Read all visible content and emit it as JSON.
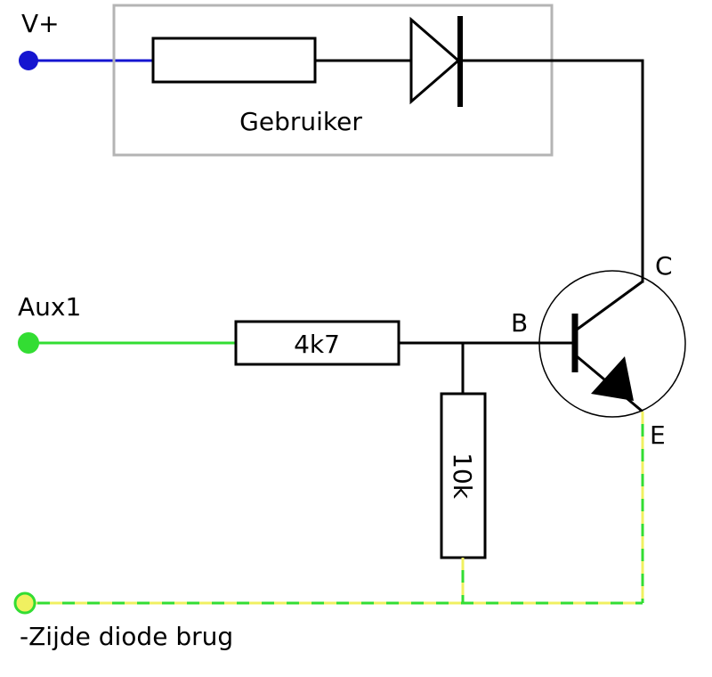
{
  "terminals": {
    "vplus": {
      "label": "V+",
      "color": "#1515d0"
    },
    "aux1": {
      "label": "Aux1",
      "color": "#33dd33"
    },
    "ground": {
      "label": "-Zijde diode brug",
      "color": "#33dd33",
      "stripe_color": "#f0f060"
    }
  },
  "load_box": {
    "label": "Gebruiker",
    "border_color": "#b4b4b4"
  },
  "resistors": {
    "base": {
      "label": "4k7"
    },
    "pulldown": {
      "label": "10k"
    }
  },
  "transistor": {
    "type": "NPN",
    "pins": {
      "base": "B",
      "collector": "C",
      "emitter": "E"
    }
  },
  "wire_color": "#000000"
}
